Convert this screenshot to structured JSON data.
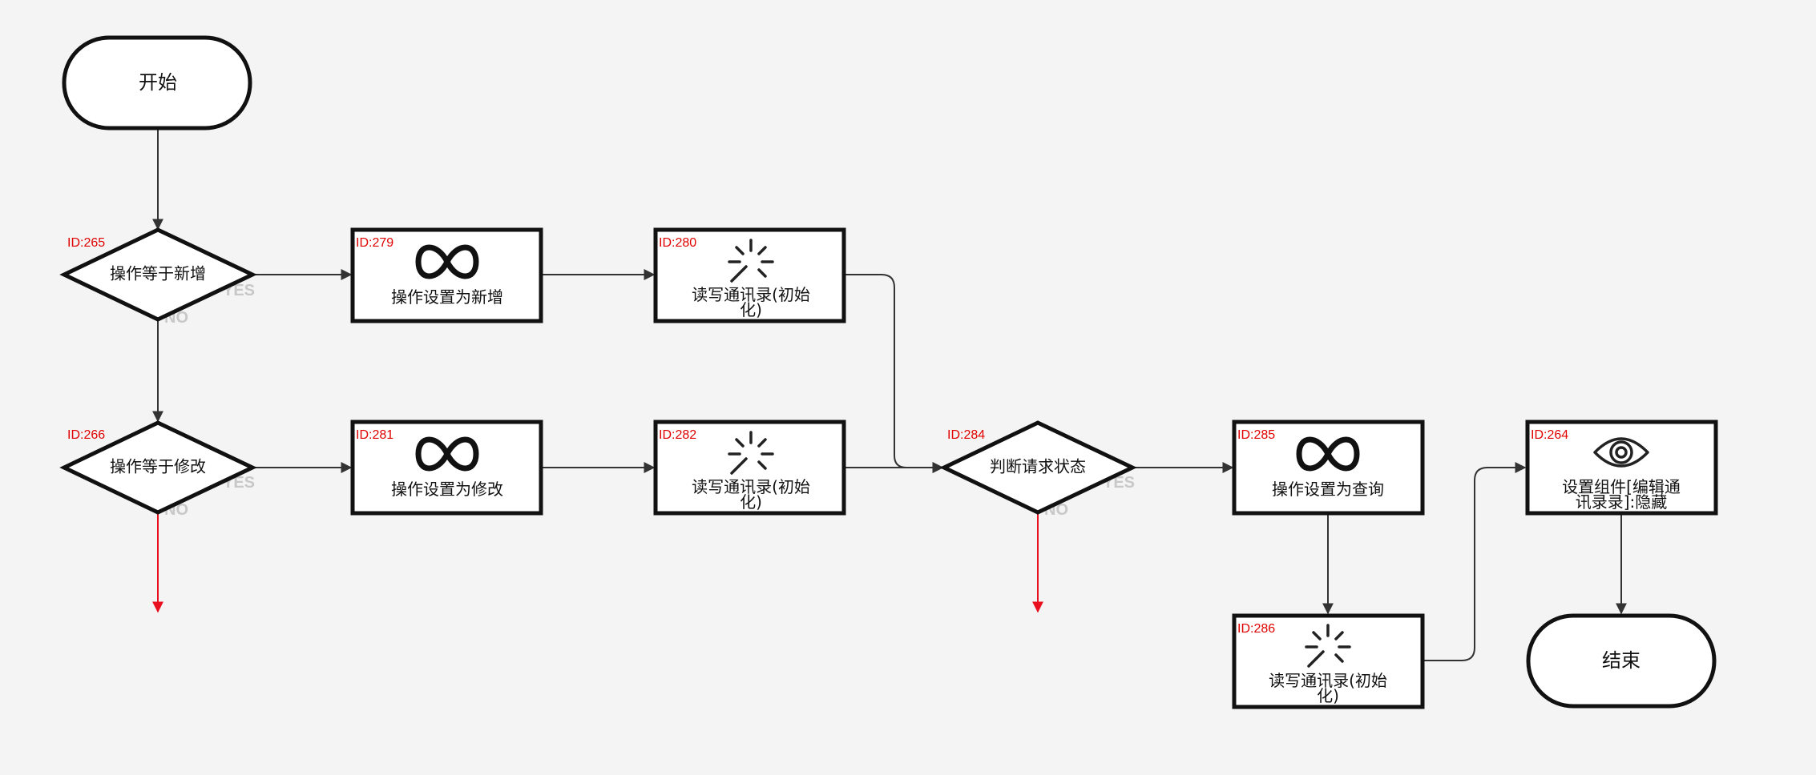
{
  "colors": {
    "background": "#f4f4f4",
    "node_fill": "#ffffff",
    "node_stroke": "#111111",
    "edge": "#333333",
    "edge_no_target": "#e8101e",
    "id_label": "#e00000",
    "branch_label": "#c8c8c8"
  },
  "branch_labels": {
    "yes": "YES",
    "no": "NO"
  },
  "nodes": {
    "start": {
      "kind": "terminal",
      "text": "开始"
    },
    "end": {
      "kind": "terminal",
      "text": "结束"
    },
    "d265": {
      "kind": "decision",
      "id_label": "ID:265",
      "text": "操作等于新增"
    },
    "d266": {
      "kind": "decision",
      "id_label": "ID:266",
      "text": "操作等于修改"
    },
    "d284": {
      "kind": "decision",
      "id_label": "ID:284",
      "text": "判断请求状态"
    },
    "p279": {
      "kind": "process",
      "icon": "infinity-icon",
      "id_label": "ID:279",
      "line1": "操作设置为新增",
      "line2": ""
    },
    "p280": {
      "kind": "process",
      "icon": "loading-spinner-icon",
      "id_label": "ID:280",
      "line1": "读写通讯录(初始",
      "line2": "化)"
    },
    "p281": {
      "kind": "process",
      "icon": "infinity-icon",
      "id_label": "ID:281",
      "line1": "操作设置为修改",
      "line2": ""
    },
    "p282": {
      "kind": "process",
      "icon": "loading-spinner-icon",
      "id_label": "ID:282",
      "line1": "读写通讯录(初始",
      "line2": "化)"
    },
    "p285": {
      "kind": "process",
      "icon": "infinity-icon",
      "id_label": "ID:285",
      "line1": "操作设置为查询",
      "line2": ""
    },
    "p286": {
      "kind": "process",
      "icon": "loading-spinner-icon",
      "id_label": "ID:286",
      "line1": "读写通讯录(初始",
      "line2": "化)"
    },
    "p264": {
      "kind": "process",
      "icon": "eye-icon",
      "id_label": "ID:264",
      "line1": "设置组件[编辑通",
      "line2": "讯录录]:隐藏"
    }
  },
  "edges": [
    {
      "from": "start",
      "to": "d265",
      "label": ""
    },
    {
      "from": "d265",
      "to": "p279",
      "label": "YES"
    },
    {
      "from": "d265",
      "to": "d266",
      "label": "NO"
    },
    {
      "from": "p279",
      "to": "p280",
      "label": ""
    },
    {
      "from": "p280",
      "to": "d284",
      "label": ""
    },
    {
      "from": "d266",
      "to": "p281",
      "label": "YES"
    },
    {
      "from": "d266",
      "to": "",
      "label": "NO"
    },
    {
      "from": "p281",
      "to": "p282",
      "label": ""
    },
    {
      "from": "p282",
      "to": "d284",
      "label": ""
    },
    {
      "from": "d284",
      "to": "p285",
      "label": "YES"
    },
    {
      "from": "d284",
      "to": "",
      "label": "NO"
    },
    {
      "from": "p285",
      "to": "p286",
      "label": ""
    },
    {
      "from": "p286",
      "to": "p264",
      "label": ""
    },
    {
      "from": "p264",
      "to": "end",
      "label": ""
    }
  ]
}
